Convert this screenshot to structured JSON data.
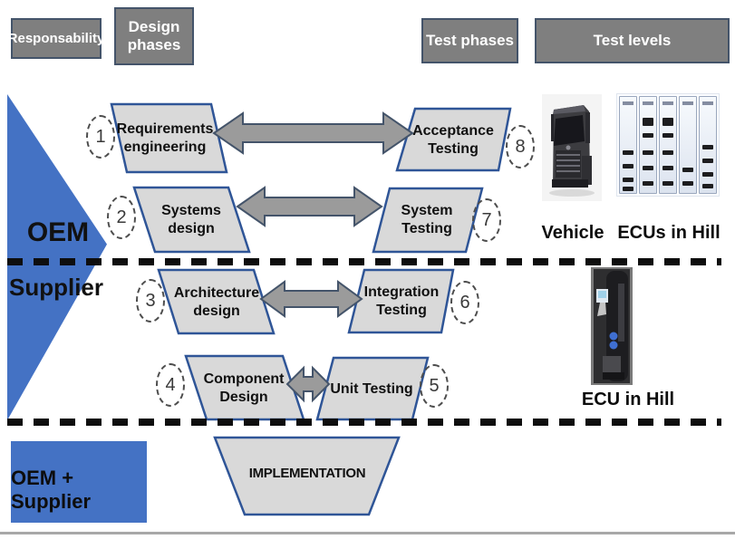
{
  "header": {
    "responsibility": "Responsability",
    "design_phases": "Design phases",
    "test_phases": "Test phases",
    "test_levels": "Test levels"
  },
  "responsibility": {
    "oem": "OEM",
    "supplier": "Supplier",
    "oem_supplier": "OEM + Supplier"
  },
  "design_phases": [
    {
      "num": "1",
      "label": "Requirements engineering"
    },
    {
      "num": "2",
      "label": "Systems design"
    },
    {
      "num": "3",
      "label": "Architecture design"
    },
    {
      "num": "4",
      "label": "Component Design"
    }
  ],
  "test_phases": [
    {
      "num": "8",
      "label": "Acceptance Testing"
    },
    {
      "num": "7",
      "label": "System Testing"
    },
    {
      "num": "6",
      "label": "Integration Testing"
    },
    {
      "num": "5",
      "label": "Unit Testing"
    }
  ],
  "implementation": "IMPLEMENTATION",
  "test_levels": {
    "vehicle": "Vehicle",
    "ecus_in_hill": "ECUs in Hill",
    "ecu_in_hill": "ECU in Hill"
  },
  "colors": {
    "accent_blue": "#4472c4",
    "header_gray": "#7f7f7f",
    "shape_fill": "#d9d9d9",
    "shape_border": "#2f5597",
    "arrow_gray": "#9b9b9b",
    "divider_black": "#0e0e0e"
  }
}
